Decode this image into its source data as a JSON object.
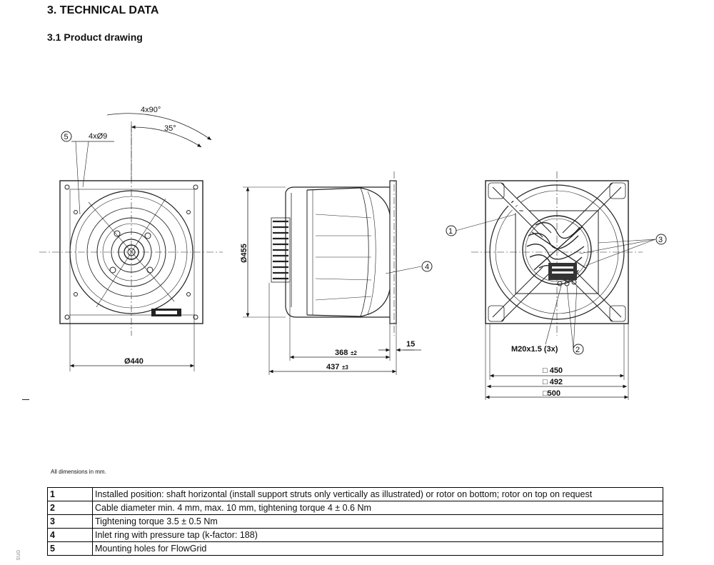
{
  "section": {
    "title": "3. TECHNICAL DATA",
    "subtitle": "3.1 Product drawing"
  },
  "dimensions_note": "All dimensions in mm.",
  "side_text": "ons",
  "drawing": {
    "front": {
      "angle_total": "4x90°",
      "angle_part": "35°",
      "holes": "4xØ9",
      "diameter": "Ø440",
      "callout": "5"
    },
    "side": {
      "height": "Ø455",
      "depth": "368",
      "depth_tol": "±2",
      "overall": "437",
      "overall_tol": "±3",
      "flange": "15",
      "callout": "4"
    },
    "rear": {
      "callout_1": "1",
      "callout_2": "2",
      "callout_3": "3",
      "gland": "M20x1.5 (3x)",
      "square_450": "□ 450",
      "square_492": "□ 492",
      "square_500": "□500"
    }
  },
  "legend": [
    {
      "num": "1",
      "text": "Installed position: shaft horizontal (install support struts only vertically as illustrated) or rotor on bottom; rotor on top on request"
    },
    {
      "num": "2",
      "text": "Cable diameter min. 4 mm, max. 10 mm, tightening torque 4 ± 0.6 Nm"
    },
    {
      "num": "3",
      "text": "Tightening torque 3.5 ± 0.5 Nm"
    },
    {
      "num": "4",
      "text": "Inlet ring with pressure tap (k-factor: 188)"
    },
    {
      "num": "5",
      "text": "Mounting holes for FlowGrid"
    }
  ]
}
